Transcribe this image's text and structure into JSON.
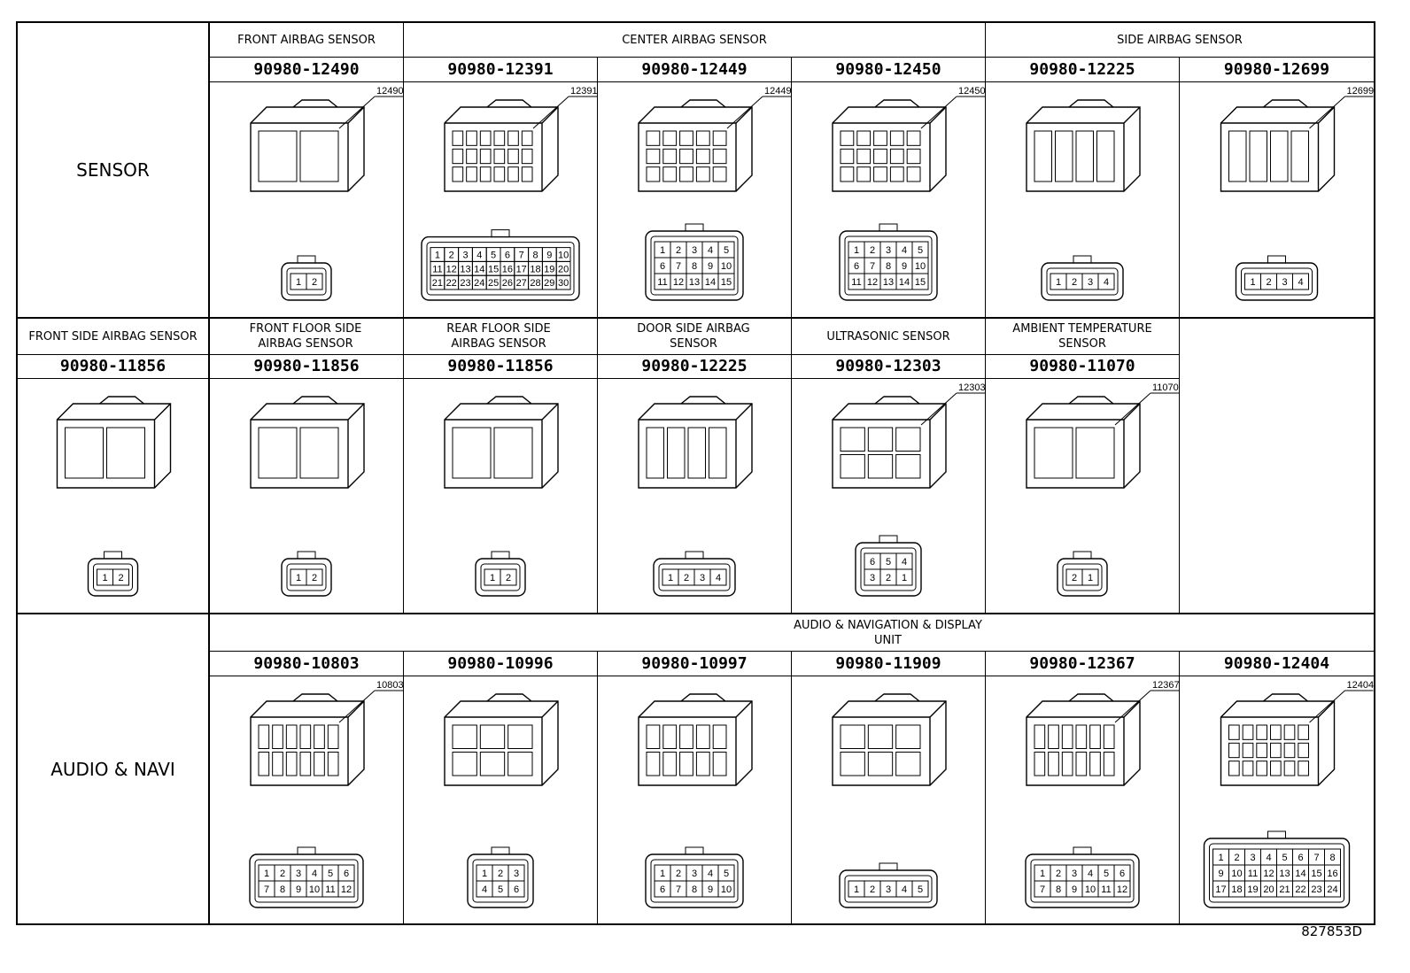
{
  "rows": [
    {
      "category": "SENSOR",
      "headers": [
        {
          "label": "FRONT AIRBAG SENSOR"
        },
        {
          "label": "CENTER AIRBAG SENSOR"
        },
        {
          "label": "SIDE AIRBAG SENSOR"
        }
      ],
      "parts": [
        {
          "number": "90980-12490",
          "callout": "12490",
          "pins": [
            "1",
            "2"
          ]
        },
        {
          "number": "90980-12391",
          "callout": "12391",
          "pins": [
            "1",
            "2",
            "3",
            "4",
            "5",
            "6",
            "7",
            "8",
            "9",
            "10",
            "11",
            "12",
            "13",
            "14",
            "15",
            "16",
            "17",
            "18",
            "19",
            "20",
            "21",
            "22",
            "23",
            "24",
            "25",
            "26",
            "27",
            "28",
            "29",
            "30"
          ]
        },
        {
          "number": "90980-12449",
          "callout": "12449",
          "pins": [
            "1",
            "2",
            "3",
            "4",
            "5",
            "6",
            "7",
            "8",
            "9",
            "10",
            "11",
            "12",
            "13",
            "14",
            "15"
          ]
        },
        {
          "number": "90980-12450",
          "callout": "12450",
          "pins": [
            "1",
            "2",
            "3",
            "4",
            "5",
            "6",
            "7",
            "8",
            "9",
            "10",
            "11",
            "12",
            "13",
            "14",
            "15"
          ]
        },
        {
          "number": "90980-12225",
          "callout": "",
          "pins": [
            "1",
            "2",
            "3",
            "4"
          ]
        },
        {
          "number": "90980-12699",
          "callout": "12699",
          "pins": [
            "1",
            "2",
            "3",
            "4"
          ]
        }
      ]
    },
    {
      "category": "",
      "headers": [
        {
          "label": "FRONT SIDE AIRBAG SENSOR"
        },
        {
          "label": "FRONT FLOOR SIDE AIRBAG SENSOR"
        },
        {
          "label": "REAR FLOOR SIDE AIRBAG SENSOR"
        },
        {
          "label": "DOOR SIDE AIRBAG SENSOR"
        },
        {
          "label": "ULTRASONIC SENSOR"
        },
        {
          "label": "AMBIENT TEMPERATURE SENSOR"
        }
      ],
      "parts": [
        {
          "number": "90980-11856",
          "callout": "",
          "pins": [
            "1",
            "2"
          ]
        },
        {
          "number": "90980-11856",
          "callout": "",
          "pins": [
            "1",
            "2"
          ]
        },
        {
          "number": "90980-11856",
          "callout": "",
          "pins": [
            "1",
            "2"
          ]
        },
        {
          "number": "90980-12225",
          "callout": "",
          "pins": [
            "1",
            "2",
            "3",
            "4"
          ]
        },
        {
          "number": "90980-12303",
          "callout": "12303",
          "pins": [
            "6",
            "5",
            "4",
            "3",
            "2",
            "1"
          ]
        },
        {
          "number": "90980-11070",
          "callout": "11070",
          "pins": [
            "2",
            "1"
          ]
        }
      ]
    },
    {
      "category": "AUDIO & NAVI",
      "headers": [
        {
          "label": "AUDIO & NAVIGATION & DISPLAY UNIT"
        }
      ],
      "parts": [
        {
          "number": "90980-10803",
          "callout": "10803",
          "pins": [
            "1",
            "2",
            "3",
            "4",
            "5",
            "6",
            "7",
            "8",
            "9",
            "10",
            "11",
            "12"
          ]
        },
        {
          "number": "90980-10996",
          "callout": "",
          "pins": [
            "1",
            "2",
            "3",
            "4",
            "5",
            "6"
          ]
        },
        {
          "number": "90980-10997",
          "callout": "",
          "pins": [
            "1",
            "2",
            "3",
            "4",
            "5",
            "6",
            "7",
            "8",
            "9",
            "10"
          ]
        },
        {
          "number": "90980-11909",
          "callout": "",
          "pins": [
            "1",
            "2",
            "3",
            "4",
            "5"
          ]
        },
        {
          "number": "90980-12367",
          "callout": "12367",
          "pins": [
            "1",
            "2",
            "3",
            "4",
            "5",
            "6",
            "7",
            "8",
            "9",
            "10",
            "11",
            "12"
          ]
        },
        {
          "number": "90980-12404",
          "callout": "12404",
          "pins": [
            "1",
            "2",
            "3",
            "4",
            "5",
            "6",
            "7",
            "8",
            "9",
            "10",
            "11",
            "12",
            "13",
            "14",
            "15",
            "16",
            "17",
            "18",
            "19",
            "20",
            "21",
            "22",
            "23",
            "24"
          ]
        }
      ]
    }
  ],
  "figure_id": "827853D"
}
